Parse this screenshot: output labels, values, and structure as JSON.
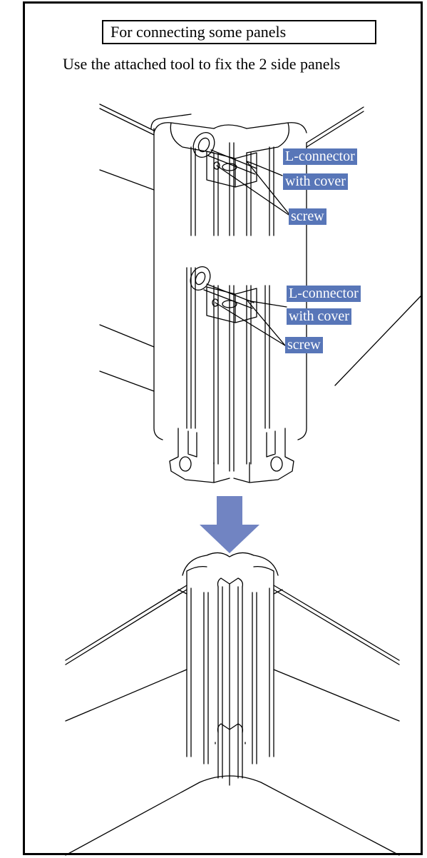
{
  "title": "For connecting some panels",
  "instruction": "Use the attached tool to fix the 2 side panels",
  "callouts": {
    "top_connector_line1": "L-connector",
    "top_connector_line2": "with cover",
    "top_screw": "screw",
    "bottom_connector_line1": "L-connector",
    "bottom_connector_line2": "with cover",
    "bottom_screw": "screw"
  },
  "colors": {
    "callout_background": "#5876b8",
    "arrow": "#7184c2",
    "line_art": "#000000"
  },
  "icons": {
    "step_arrow": "arrow-down-icon"
  }
}
